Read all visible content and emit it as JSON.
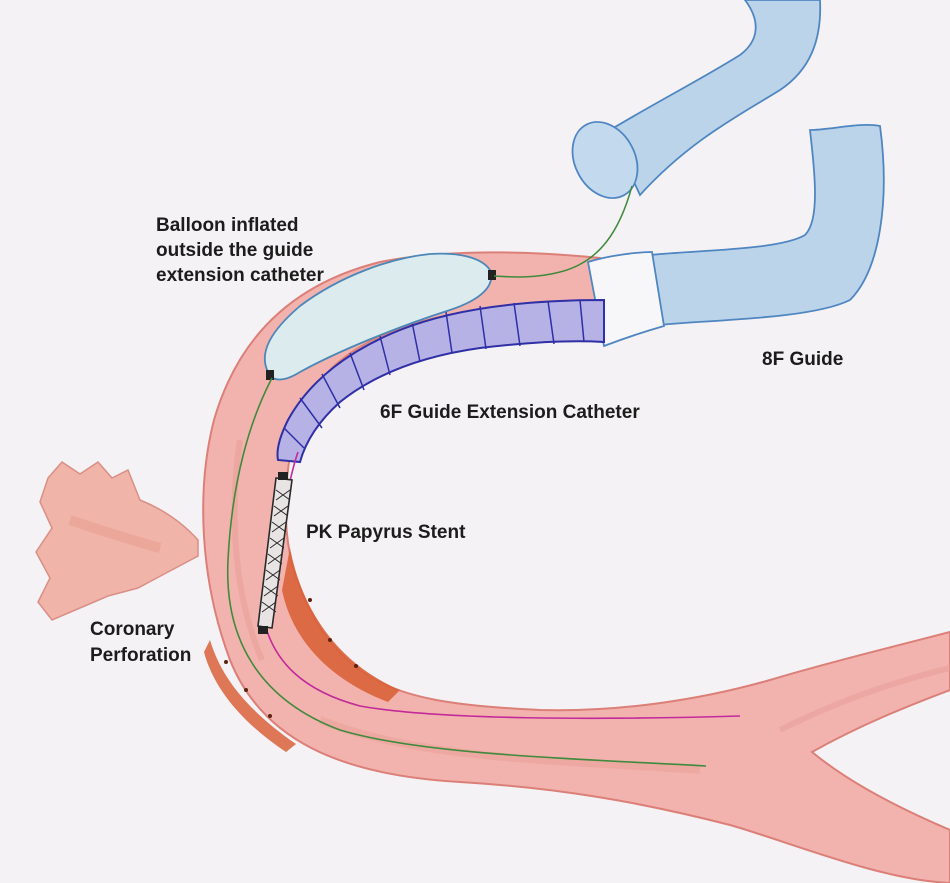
{
  "labels": {
    "balloon_line1": "Balloon inflated",
    "balloon_line2": "outside the guide",
    "balloon_line3": "extension catheter",
    "guide_8f": "8F Guide",
    "guide_extension": "6F Guide Extension Catheter",
    "stent": "PK Papyrus Stent",
    "perforation_line1": "Coronary",
    "perforation_line2": "Perforation"
  },
  "colors": {
    "background": "#f4f2f4",
    "vessel_fill": "#f2b3ae",
    "vessel_outline": "#dc7f78",
    "plaque": "#d9623a",
    "guide_8f_fill": "#bcd4ea",
    "guide_8f_outline": "#4f86c2",
    "extension_fill": "#b7b2e6",
    "extension_outline": "#2f2fa6",
    "balloon_fill": "#dcecee",
    "balloon_outline": "#4b87b8",
    "guidewire": "#3f8a3c",
    "second_wire": "#c2299a",
    "stent_struts": "#2a2a2a"
  }
}
